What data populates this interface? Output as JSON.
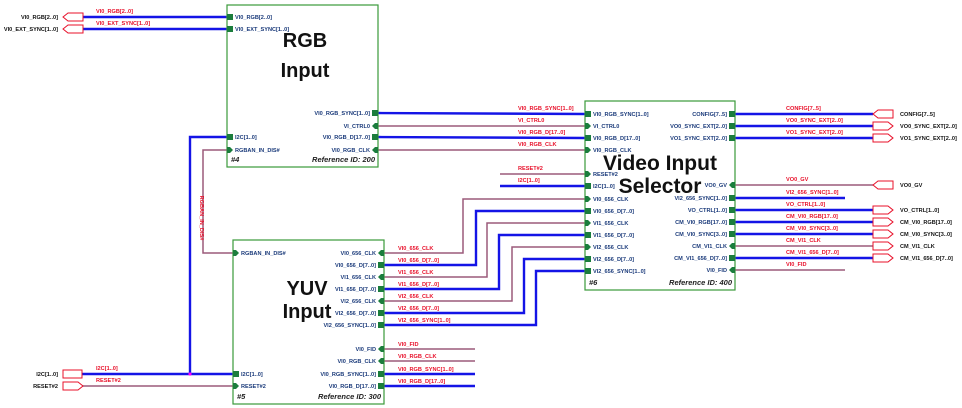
{
  "colors": {
    "bus": "#1414e6",
    "signal": "#9b5a7a",
    "block_border": "#3a9a3a",
    "pin": "#1b7d3c",
    "net_label": "#e8102a",
    "port_label": "#1a3a7a"
  },
  "blocks": [
    {
      "title_lines": [
        "RGB",
        "Input"
      ],
      "number": "#4",
      "reference": "Reference ID: 200",
      "left_ports": [
        {
          "name": "VI0_RGB[2..0]",
          "bus": true
        },
        {
          "name": "VI0_EXT_SYNC[1..0]",
          "bus": true
        },
        {
          "name": "I2C[1..0]",
          "bus": true
        },
        {
          "name": "RGBAN_IN_DIS#",
          "bus": false
        }
      ],
      "right_ports": [
        {
          "name": "VI0_RGB_SYNC[1..0]",
          "bus": true
        },
        {
          "name": "VI_CTRL0",
          "bus": false
        },
        {
          "name": "VI0_RGB_D[17..0]",
          "bus": true
        },
        {
          "name": "VI0_RGB_CLK",
          "bus": false
        }
      ]
    },
    {
      "title_lines": [
        "Video Input",
        "Selector"
      ],
      "number": "#6",
      "reference": "Reference ID: 400",
      "left_ports": [
        {
          "name": "VI0_RGB_SYNC[1..0]",
          "bus": true
        },
        {
          "name": "VI_CTRL0",
          "bus": false
        },
        {
          "name": "VI0_RGB_D[17..0]",
          "bus": true
        },
        {
          "name": "VI0_RGB_CLK",
          "bus": false
        },
        {
          "name": "RESET#2",
          "bus": false
        },
        {
          "name": "I2C[1..0]",
          "bus": true
        },
        {
          "name": "VI0_656_CLK",
          "bus": false
        },
        {
          "name": "VI0_656_D[7..0]",
          "bus": true
        },
        {
          "name": "VI1_656_CLK",
          "bus": false
        },
        {
          "name": "VI1_656_D[7..0]",
          "bus": true
        },
        {
          "name": "VI2_656_CLK",
          "bus": false
        },
        {
          "name": "VI2_656_D[7..0]",
          "bus": true
        },
        {
          "name": "VI2_656_SYNC[1..0]",
          "bus": true
        }
      ],
      "right_ports": [
        {
          "name": "CONFIG[7..5]",
          "bus": true
        },
        {
          "name": "VO0_SYNC_EXT[2..0]",
          "bus": true
        },
        {
          "name": "VO1_SYNC_EXT[2..0]",
          "bus": true
        },
        {
          "name": "VO0_GV",
          "bus": false
        },
        {
          "name": "VI2_656_SYNC[1..0]",
          "bus": true
        },
        {
          "name": "VO_CTRL[1..0]",
          "bus": true
        },
        {
          "name": "CM_VI0_RGB[17..0]",
          "bus": true
        },
        {
          "name": "CM_VI0_SYNC[3..0]",
          "bus": true
        },
        {
          "name": "CM_VI1_CLK",
          "bus": false
        },
        {
          "name": "CM_VI1_656_D[7..0]",
          "bus": true
        },
        {
          "name": "VI0_FID",
          "bus": false
        }
      ]
    },
    {
      "title_lines": [
        "YUV",
        "Input"
      ],
      "number": "#5",
      "reference": "Reference ID: 300",
      "left_ports": [
        {
          "name": "RGBAN_IN_DIS#",
          "bus": false
        },
        {
          "name": "I2C[1..0]",
          "bus": true
        },
        {
          "name": "RESET#2",
          "bus": false
        }
      ],
      "right_ports": [
        {
          "name": "VI0_656_CLK",
          "bus": false
        },
        {
          "name": "VI0_656_D[7..0]",
          "bus": true
        },
        {
          "name": "VI1_656_CLK",
          "bus": false
        },
        {
          "name": "VI1_656_D[7..0]",
          "bus": true
        },
        {
          "name": "VI2_656_CLK",
          "bus": false
        },
        {
          "name": "VI2_656_D[7..0]",
          "bus": true
        },
        {
          "name": "VI2_656_SYNC[1..0]",
          "bus": true
        },
        {
          "name": "VI0_FID",
          "bus": false
        },
        {
          "name": "VI0_RGB_CLK",
          "bus": false
        },
        {
          "name": "VI0_RGB_SYNC[1..0]",
          "bus": true
        },
        {
          "name": "VI0_RGB_D[17..0]",
          "bus": true
        }
      ]
    }
  ],
  "nets": [
    {
      "label": "VI0_RGB[2..0]",
      "bus": true
    },
    {
      "label": "VI0_EXT_SYNC[1..0]",
      "bus": true
    },
    {
      "label": "VI0_RGB_SYNC[1..0]",
      "bus": true
    },
    {
      "label": "VI_CTRL0",
      "bus": false
    },
    {
      "label": "VI0_RGB_D[17..0]",
      "bus": true
    },
    {
      "label": "VI0_RGB_CLK",
      "bus": false
    },
    {
      "label": "RESET#2",
      "bus": false
    },
    {
      "label": "I2C[1..0]",
      "bus": true
    },
    {
      "label": "RGBAN_IN_DIS#",
      "bus": false
    },
    {
      "label": "I2C[1..0]",
      "bus": true
    },
    {
      "label": "RESET#2",
      "bus": false
    },
    {
      "label": "VI0_656_CLK",
      "bus": false
    },
    {
      "label": "VI0_656_D[7..0]",
      "bus": true
    },
    {
      "label": "VI1_656_CLK",
      "bus": false
    },
    {
      "label": "VI1_656_D[7..0]",
      "bus": true
    },
    {
      "label": "VI2_656_CLK",
      "bus": false
    },
    {
      "label": "VI2_656_D[7..0]",
      "bus": true
    },
    {
      "label": "VI2_656_SYNC[1..0]",
      "bus": true
    },
    {
      "label": "VI0_FID",
      "bus": false
    },
    {
      "label": "VI0_RGB_CLK",
      "bus": false
    },
    {
      "label": "VI0_RGB_SYNC[1..0]",
      "bus": true
    },
    {
      "label": "VI0_RGB_D[17..0]",
      "bus": true
    },
    {
      "label": "CONFIG[7..5]",
      "bus": true
    },
    {
      "label": "VO0_SYNC_EXT[2..0]",
      "bus": true
    },
    {
      "label": "VO1_SYNC_EXT[2..0]",
      "bus": true
    },
    {
      "label": "VO0_GV",
      "bus": false
    },
    {
      "label": "VI2_656_SYNC[1..0]",
      "bus": true
    },
    {
      "label": "VO_CTRL[1..0]",
      "bus": true
    },
    {
      "label": "CM_VI0_RGB[17..0]",
      "bus": true
    },
    {
      "label": "CM_VI0_SYNC[3..0]",
      "bus": true
    },
    {
      "label": "CM_VI1_CLK",
      "bus": false
    },
    {
      "label": "CM_VI1_656_D[7..0]",
      "bus": true
    },
    {
      "label": "VI0_FID",
      "bus": false
    }
  ],
  "connectors": [
    {
      "label": "VI0_RGB[2..0]",
      "direction": "input"
    },
    {
      "label": "VI0_EXT_SYNC[1..0]",
      "direction": "input"
    },
    {
      "label": "I2C[1..0]",
      "direction": "bidirectional"
    },
    {
      "label": "RESET#2",
      "direction": "output"
    },
    {
      "label": "CONFIG[7..5]",
      "direction": "input"
    },
    {
      "label": "VO0_SYNC_EXT[2..0]",
      "direction": "output"
    },
    {
      "label": "VO1_SYNC_EXT[2..0]",
      "direction": "output"
    },
    {
      "label": "VO0_GV",
      "direction": "input"
    },
    {
      "label": "VO_CTRL[1..0]",
      "direction": "output"
    },
    {
      "label": "CM_VI0_RGB[17..0]",
      "direction": "output"
    },
    {
      "label": "CM_VI0_SYNC[3..0]",
      "direction": "output"
    },
    {
      "label": "CM_VI1_CLK",
      "direction": "output"
    },
    {
      "label": "CM_VI1_656_D[7..0]",
      "direction": "output"
    }
  ]
}
